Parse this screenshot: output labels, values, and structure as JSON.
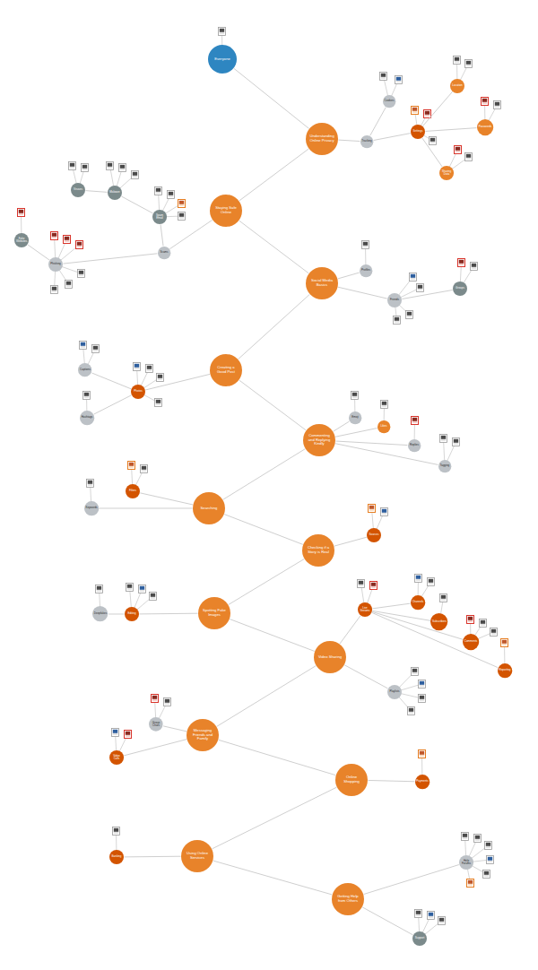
{
  "diagram": {
    "nodes": [
      {
        "text": [
          "Everyone"
        ]
      },
      {
        "text": [
          "Understanding Online Privacy"
        ]
      },
      {
        "text": [
          "Tracking"
        ]
      },
      {
        "text": [
          "Cookies"
        ]
      },
      {
        "text": [
          "Settings"
        ]
      },
      {
        "text": [
          "Location"
        ]
      },
      {
        "text": [
          "Passwords"
        ]
      },
      {
        "text": [
          "Sharing Data"
        ]
      },
      {
        "text": [
          "Staying Safe Online"
        ]
      },
      {
        "text": [
          "Scams"
        ]
      },
      {
        "text": [
          "Phishing"
        ]
      },
      {
        "text": [
          "Fake Websites"
        ]
      },
      {
        "text": [
          "Spam Email"
        ]
      },
      {
        "text": [
          "Malware"
        ]
      },
      {
        "text": [
          "Viruses"
        ]
      },
      {
        "text": [
          "Social Media Basics"
        ]
      },
      {
        "text": [
          "Profiles"
        ]
      },
      {
        "text": [
          "Friends"
        ]
      },
      {
        "text": [
          "Groups"
        ]
      },
      {
        "text": [
          "Creating a Good Post"
        ]
      },
      {
        "text": [
          "Photos"
        ]
      },
      {
        "text": [
          "Captions"
        ]
      },
      {
        "text": [
          "Hashtags"
        ]
      },
      {
        "text": [
          "Commenting and Replying Kindly"
        ]
      },
      {
        "text": [
          "Emoji"
        ]
      },
      {
        "text": [
          "Likes"
        ]
      },
      {
        "text": [
          "Replies"
        ]
      },
      {
        "text": [
          "Tagging"
        ]
      },
      {
        "text": [
          "Searching"
        ]
      },
      {
        "text": [
          "Keywords"
        ]
      },
      {
        "text": [
          "Filters"
        ]
      },
      {
        "text": [
          "Checking if a Story is Real"
        ]
      },
      {
        "text": [
          "Sources"
        ]
      },
      {
        "text": [
          "Spotting Fake Images"
        ]
      },
      {
        "text": [
          "Editing"
        ]
      },
      {
        "text": [
          "Deepfakes"
        ]
      },
      {
        "text": [
          "Video Sharing"
        ]
      },
      {
        "text": [
          "Live Streams"
        ]
      },
      {
        "text": [
          "Channels"
        ]
      },
      {
        "text": [
          "Subscribers"
        ]
      },
      {
        "text": [
          "Comments"
        ]
      },
      {
        "text": [
          "Reporting"
        ]
      },
      {
        "text": [
          "Playlists"
        ]
      },
      {
        "text": [
          "Messaging Friends and Family"
        ]
      },
      {
        "text": [
          "Group Chats"
        ]
      },
      {
        "text": [
          "Video Calls"
        ]
      },
      {
        "text": [
          "Online Shopping"
        ]
      },
      {
        "text": [
          "Payments"
        ]
      },
      {
        "text": [
          "Using Online Services"
        ]
      },
      {
        "text": [
          "Banking"
        ]
      },
      {
        "text": [
          "Getting Help from Others"
        ]
      },
      {
        "text": [
          "Help Forums"
        ]
      },
      {
        "text": [
          "Support"
        ]
      }
    ],
    "edges": [
      {
        "from": 0,
        "to": 1,
        "arrow": "none"
      },
      {
        "from": 1,
        "to": 8,
        "arrow": "none"
      },
      {
        "from": 8,
        "to": 15,
        "arrow": "none"
      },
      {
        "from": 15,
        "to": 19,
        "arrow": "none"
      },
      {
        "from": 19,
        "to": 23,
        "arrow": "none"
      },
      {
        "from": 23,
        "to": 28,
        "arrow": "none"
      },
      {
        "from": 28,
        "to": 31,
        "arrow": "none"
      },
      {
        "from": 31,
        "to": 33,
        "arrow": "none"
      },
      {
        "from": 33,
        "to": 36,
        "arrow": "none"
      },
      {
        "from": 36,
        "to": 43,
        "arrow": "none"
      },
      {
        "from": 43,
        "to": 46,
        "arrow": "none"
      },
      {
        "from": 46,
        "to": 48,
        "arrow": "none"
      },
      {
        "from": 48,
        "to": 50,
        "arrow": "none"
      },
      {
        "from": 1,
        "to": 2,
        "arrow": "none"
      },
      {
        "from": 2,
        "to": 3,
        "arrow": "none"
      },
      {
        "from": 2,
        "to": 4,
        "arrow": "none"
      },
      {
        "from": 4,
        "to": 5,
        "arrow": "none"
      },
      {
        "from": 4,
        "to": 6,
        "arrow": "none"
      },
      {
        "from": 4,
        "to": 7,
        "arrow": "none"
      },
      {
        "from": 8,
        "to": 9,
        "arrow": "none"
      },
      {
        "from": 9,
        "to": 10,
        "arrow": "none"
      },
      {
        "from": 10,
        "to": 11,
        "arrow": "none"
      },
      {
        "from": 9,
        "to": 12,
        "arrow": "none"
      },
      {
        "from": 12,
        "to": 13,
        "arrow": "none"
      },
      {
        "from": 13,
        "to": 14,
        "arrow": "none"
      },
      {
        "from": 15,
        "to": 16,
        "arrow": "none"
      },
      {
        "from": 15,
        "to": 17,
        "arrow": "none"
      },
      {
        "from": 17,
        "to": 18,
        "arrow": "none"
      },
      {
        "from": 19,
        "to": 20,
        "arrow": "none"
      },
      {
        "from": 20,
        "to": 21,
        "arrow": "none"
      },
      {
        "from": 20,
        "to": 22,
        "arrow": "none"
      },
      {
        "from": 23,
        "to": 24,
        "arrow": "none"
      },
      {
        "from": 23,
        "to": 25,
        "arrow": "none"
      },
      {
        "from": 23,
        "to": 26,
        "arrow": "none"
      },
      {
        "from": 23,
        "to": 27,
        "arrow": "none"
      },
      {
        "from": 28,
        "to": 29,
        "arrow": "none"
      },
      {
        "from": 28,
        "to": 30,
        "arrow": "none"
      },
      {
        "from": 31,
        "to": 32,
        "arrow": "none"
      },
      {
        "from": 33,
        "to": 34,
        "arrow": "none"
      },
      {
        "from": 34,
        "to": 35,
        "arrow": "none"
      },
      {
        "from": 36,
        "to": 37,
        "arrow": "none"
      },
      {
        "from": 37,
        "to": 38,
        "arrow": "none"
      },
      {
        "from": 37,
        "to": 39,
        "arrow": "none"
      },
      {
        "from": 37,
        "to": 40,
        "arrow": "none"
      },
      {
        "from": 37,
        "to": 41,
        "arrow": "none"
      },
      {
        "from": 36,
        "to": 42,
        "arrow": "none"
      },
      {
        "from": 43,
        "to": 44,
        "arrow": "none"
      },
      {
        "from": 43,
        "to": 45,
        "arrow": "none"
      },
      {
        "from": 46,
        "to": 47,
        "arrow": "none"
      },
      {
        "from": 48,
        "to": 49,
        "arrow": "none"
      },
      {
        "from": 50,
        "to": 51,
        "arrow": "none"
      },
      {
        "from": 50,
        "to": 52,
        "arrow": "none"
      }
    ]
  }
}
